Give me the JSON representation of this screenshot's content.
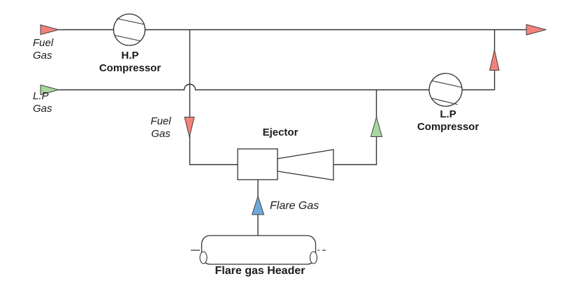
{
  "labels": {
    "fuel_gas_inlet": "Fuel\nGas",
    "hp_compressor": "H.P\nCompressor",
    "lp_gas_inlet": "L.P\nGas",
    "fuel_gas_branch": "Fuel\nGas",
    "ejector": "Ejector",
    "lp_compressor": "L.P\nCompressor",
    "flare_gas": "Flare Gas",
    "flare_gas_header": "Flare gas Header"
  },
  "colors": {
    "line": "#333333",
    "arrow_outline": "#404040",
    "fuel_gas_red": "#f4817c",
    "lp_gas_green": "#a8d6a0",
    "flare_gas_blue": "#6fa8dc",
    "equipment_fill": "#ffffff"
  }
}
